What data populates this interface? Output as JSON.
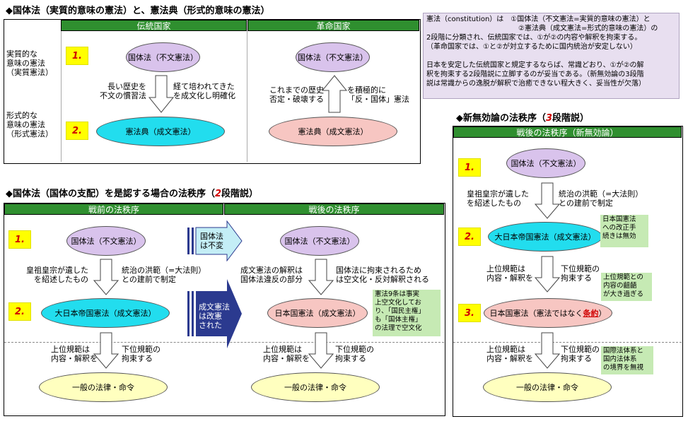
{
  "top": {
    "heading": "◆国体法（実質的意味の憲法）と、憲法典（形式的意味の憲法）",
    "col_traditional": "伝統国家",
    "col_revolution": "革命国家",
    "row1_label": "実質的な\n意味の憲法\n（実質憲法）",
    "row2_label": "形式的な\n意味の憲法\n（形式憲法）",
    "num1": "1.",
    "num2": "2.",
    "trad_top": "国体法（不文憲法）",
    "trad_bottom": "憲法典（成文憲法）",
    "trad_left_text": "長い歴史を\n不文の慣習法",
    "trad_right_text": "経て培われてきた\nを成文化し明確化",
    "rev_top": "国体法（不文憲法）",
    "rev_bottom": "憲法典（成文憲法）",
    "rev_left_text": "これまでの歴史\n否定・破壊する",
    "rev_right_text": "を積極的に\n「反・国体」憲法"
  },
  "info_box": {
    "text": "憲法（constitution）は　①国体法（不文憲法=実質的意味の憲法）と\n　　　　　　　　　　　　　②憲法典（成文憲法=形式的意味の憲法）の\n2段階に分類され、伝統国家では、①が②の内容や解釈を拘束する。\n（革命国家では、①と②が対立するために国内統治が安定しない）\n\n日本を安定した伝統国家と規定するならば、常識どおり、①が②の解\n釈を拘束する2段階説に立脚するのが妥当である。（新無効論の3段階\n説は常識からの逸脱が解釈で治癒できない程大きく、妥当性が欠落）"
  },
  "middle": {
    "heading_pre": "◆国体法（国体の支配）を是認する場合の法秩序（",
    "heading_num": "2",
    "heading_post": "段階説）",
    "prewar_bar": "戦前の法秩序",
    "postwar_bar": "戦後の法秩序",
    "num1": "1.",
    "num2": "2.",
    "pre_top": "国体法（不文憲法）",
    "pre_mid": "大日本帝国憲法（成文憲法）",
    "pre_bottom": "一般の法律・命令",
    "pre_left1": "皇祖皇宗が遺した\nを紹述したもの",
    "pre_right1": "統治の洪範（=大法則）\nとの建前で制定",
    "pre_left2": "上位規範は\n内容・解釈を",
    "pre_right2": "下位規範の\n拘束する",
    "arrow1": "国体法\nは不変",
    "arrow2": "成文憲法\nは改憲\nされた",
    "post_top": "国体法（不文憲法）",
    "post_mid": "日本国憲法（成文憲法）",
    "post_bottom": "一般の法律・命令",
    "post_left1": "成文憲法の解釈は\n国体法違反の部分",
    "post_right1": "国体法に拘束されるため\nは空文化・反対解釈される",
    "post_left2": "上位規範は\n内容・解釈を",
    "post_right2": "下位規範の\n拘束する",
    "post_note": "憲法9条は事実\n上空文化してお\nり、「国民主権」\nも「国体主権」\nの法理で空文化"
  },
  "right": {
    "heading_pre": "◆新無効論の法秩序（",
    "heading_num": "3",
    "heading_post": "段階説）",
    "bar": "戦後の法秩序（新無効論）",
    "num1": "1.",
    "num2": "2.",
    "num3": "3.",
    "top": "国体法（不文憲法）",
    "mid": "大日本帝国憲法（成文憲法）",
    "third_pre": "日本国憲法（憲法ではなく",
    "third_red": "条約",
    "third_post": "）",
    "bottom": "一般の法律・命令",
    "left1": "皇祖皇宗が遺した\nを紹述したもの",
    "right1": "統治の洪範（=大法則）\nとの建前で制定",
    "left2": "上位規範は\n内容・解釈を",
    "right2": "下位規範の\n拘束する",
    "left3": "上位規範は\n内容・解釈を",
    "right3": "下位規範の\n拘束する",
    "note1": "日本国憲法\nへの改正手\n続きは無効",
    "note2": "上位規範との\n内容の齟齬\nが大き過ぎる",
    "note3": "国際法体系と\n国内法体系\nの境界を無視"
  },
  "colors": {
    "green_bar": "#2f8f2f",
    "purple": "#d9c3ec",
    "cyan": "#22ddee",
    "pink": "#f7c6c2",
    "yellow": "#ffffbf",
    "note_green": "#c6eab4",
    "arrow_blue": "#2b3a8f",
    "arrow_cyan": "#c4eef6"
  }
}
